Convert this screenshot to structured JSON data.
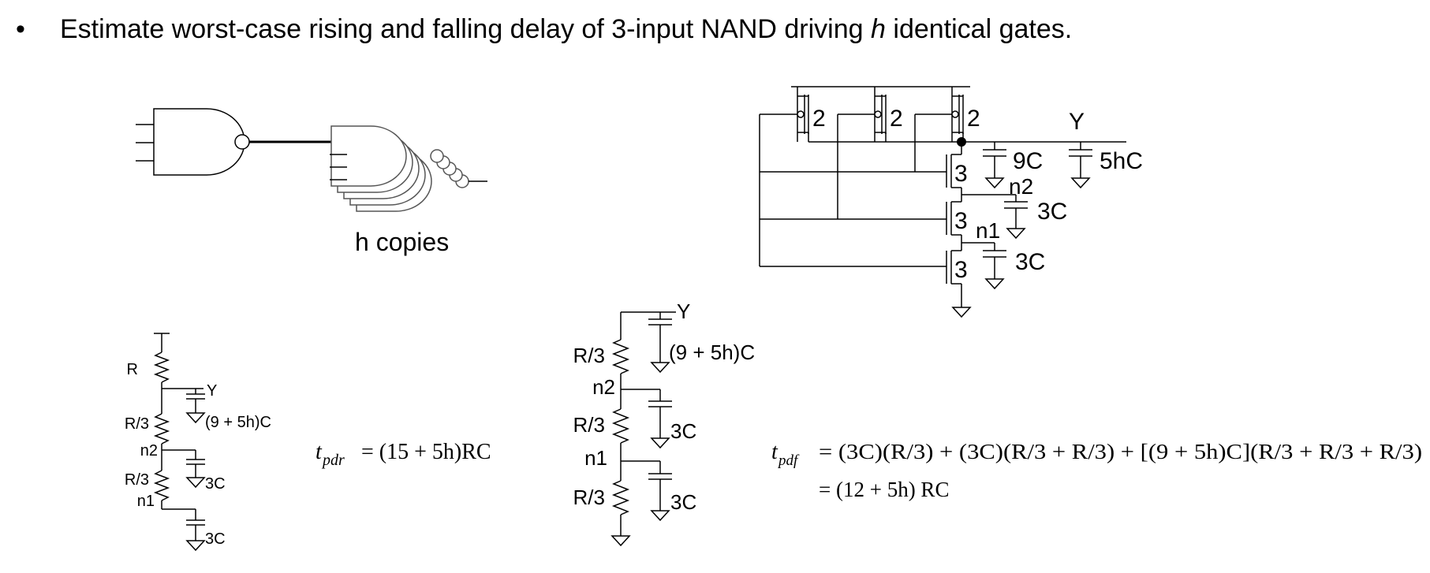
{
  "header": {
    "bullet": "•",
    "text_before": "Estimate worst-case rising and falling delay of 3-input NAND driving ",
    "var": "h",
    "text_after": " identical gates."
  },
  "schematic": {
    "h_copies": "h copies",
    "pmos_size": "2",
    "nmos_size": "3",
    "out_label": "Y",
    "cap_9c": "9C",
    "cap_5hc": "5hC",
    "n2": "n2",
    "n1": "n1",
    "cap_3c": "3C"
  },
  "rise_model": {
    "r": "R",
    "r3": "R/3",
    "y": "Y",
    "cy": "(9 + 5h)C",
    "n2": "n2",
    "n1": "n1",
    "c3": "3C"
  },
  "fall_model": {
    "r3": "R/3",
    "y": "Y",
    "cy": "(9 + 5h)C",
    "n2": "n2",
    "n1": "n1",
    "c3": "3C"
  },
  "equations": {
    "tpdr_lhs": "t",
    "tpdr_sub": "pdr",
    "tpdr_rhs": "= (15 + 5h)RC",
    "tpdf_lhs": "t",
    "tpdf_sub": "pdf",
    "tpdf_line1": "= (3C)(R/3) + (3C)(R/3 + R/3) + [(9 + 5h)C](R/3 + R/3 + R/3)",
    "tpdf_line2": "= (12 + 5h) RC"
  }
}
